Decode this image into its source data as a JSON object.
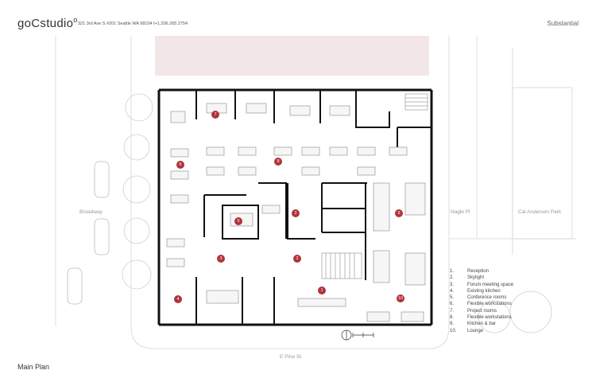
{
  "header": {
    "brand": "goCstudio",
    "address": "321 3rd Ave S #201 Seattle WA 98104 t+1.206.265.2754",
    "project": "Substantial"
  },
  "footer": {
    "title": "Main Plan"
  },
  "streets": {
    "west": "Broadway",
    "south": "E Pine St",
    "east": "Nagle Pl",
    "park": "Cal Anderson Park"
  },
  "markers": [
    "1",
    "2",
    "2",
    "3",
    "4",
    "5",
    "6",
    "7",
    "8",
    "9",
    "10"
  ],
  "legend": [
    {
      "num": "1.",
      "label": "Reception"
    },
    {
      "num": "2.",
      "label": "Skylight"
    },
    {
      "num": "3.",
      "label": "Forum meeting space"
    },
    {
      "num": "4.",
      "label": "Existing kitchen"
    },
    {
      "num": "5.",
      "label": "Conference rooms"
    },
    {
      "num": "6.",
      "label": "Flexible workstations"
    },
    {
      "num": "7.",
      "label": "Project rooms"
    },
    {
      "num": "8.",
      "label": "Flexible workstations"
    },
    {
      "num": "9.",
      "label": "Kitchen & bar"
    },
    {
      "num": "10.",
      "label": "Lounge"
    }
  ],
  "colors": {
    "marker": "#b0333b",
    "wall": "#111111",
    "context_line": "#cfcfcf"
  }
}
